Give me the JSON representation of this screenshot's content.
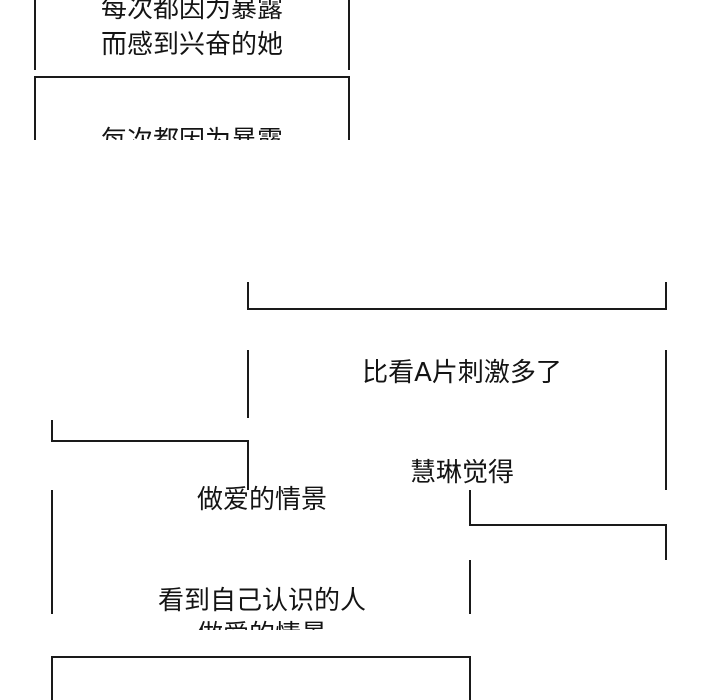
{
  "captions": {
    "top_line1": "每次都因为暴露",
    "top_line2": "而感到兴奋的她",
    "top_cut": "每次都因为暴露",
    "right_line1": "比看A片刺激多了",
    "right_line2": "慧琳觉得",
    "left_line1": "做爱的情景",
    "left_line2": "看到自己认识的人",
    "left_cut": "做爱的情景"
  }
}
